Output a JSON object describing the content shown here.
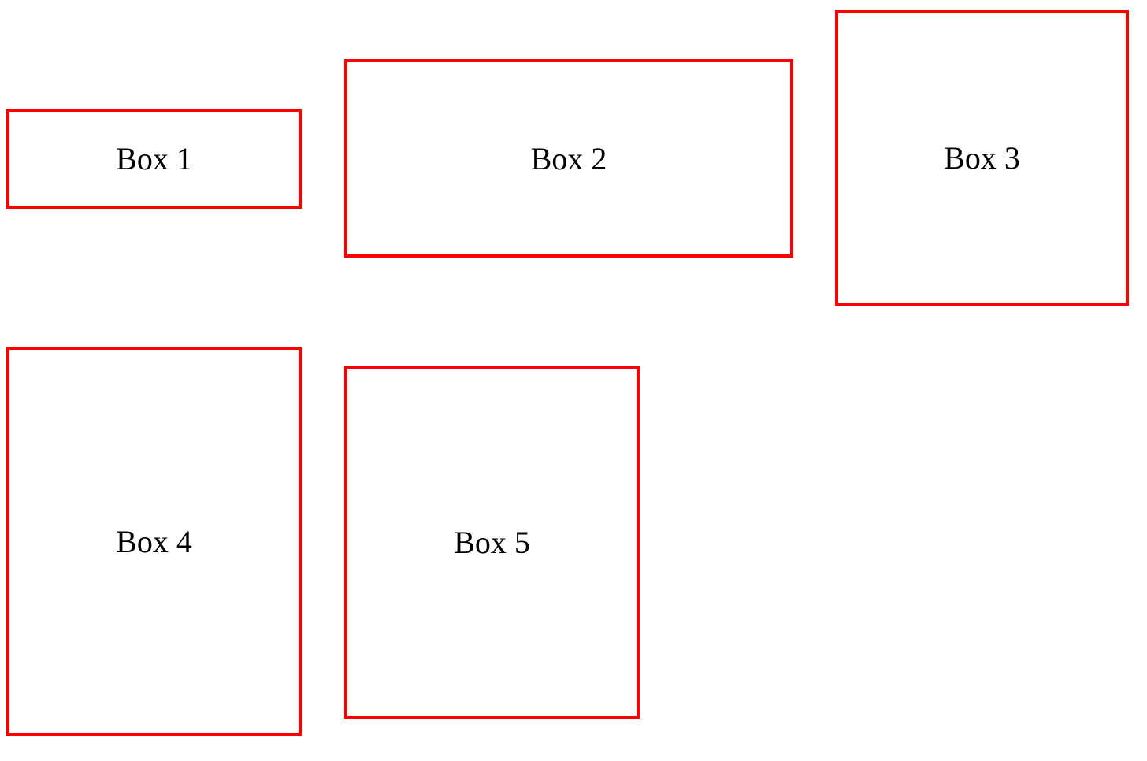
{
  "colors": {
    "box_border": "#ff0000",
    "box_text": "#000000",
    "page_background": "#ffffff"
  },
  "boxes": [
    {
      "label": "Box 1"
    },
    {
      "label": "Box 2"
    },
    {
      "label": "Box 3"
    },
    {
      "label": "Box 4"
    },
    {
      "label": "Box 5"
    }
  ]
}
